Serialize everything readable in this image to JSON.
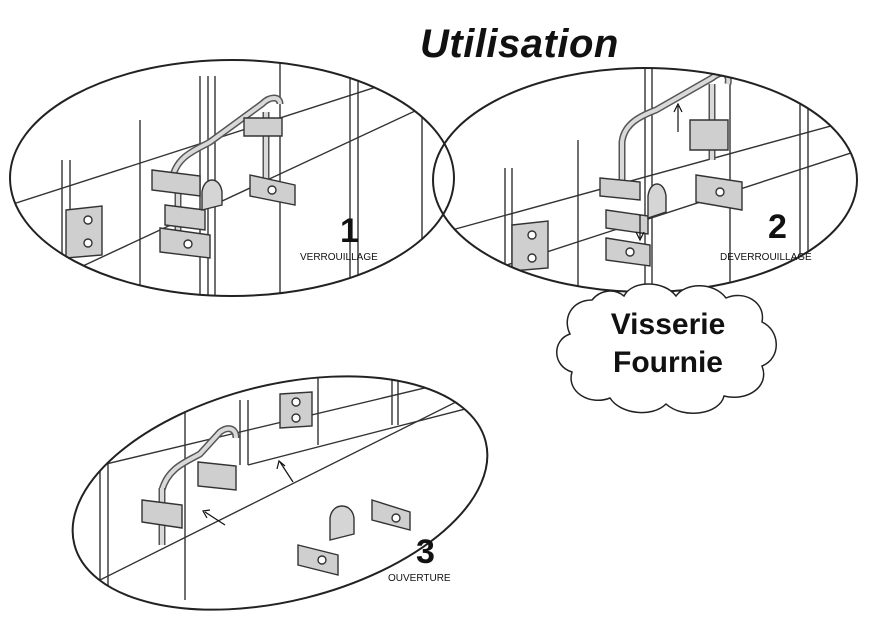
{
  "title": "Utilisation",
  "steps": [
    {
      "number": "1",
      "label": "VERROUILLAGE"
    },
    {
      "number": "2",
      "label": "DEVERROUILLAGE"
    },
    {
      "number": "3",
      "label": "OUVERTURE"
    }
  ],
  "cloud": {
    "line1": "Visserie",
    "line2": "Fournie"
  }
}
